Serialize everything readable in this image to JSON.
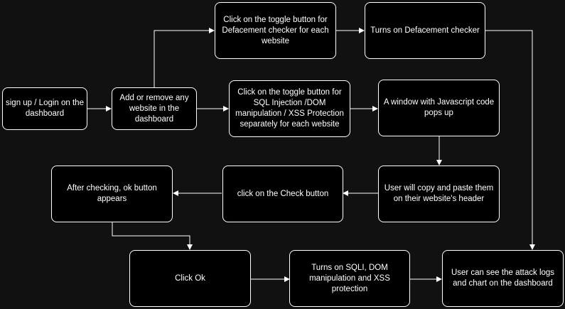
{
  "colors": {
    "background": "#111111",
    "node_fill": "#000000",
    "stroke": "#ffffff",
    "text": "#ffffff"
  },
  "nodes": {
    "signup": "sign up / Login on the dashboard",
    "add_remove": "Add or remove any website in the dashboard",
    "defacement_toggle": "Click on the toggle button for Defacement checker for each website",
    "defacement_on": "Turns on Defacement checker",
    "sqli_toggle": "Click on the toggle button for SQL Injection /DOM manipulation / XSS Protection separately for each website",
    "js_window": "A window with Javascript code pops up",
    "copy_paste": "User will copy and paste them on their website's header",
    "check_button": "click on the Check button",
    "ok_appears": "After checking, ok button appears",
    "click_ok": "Click Ok",
    "protection_on": "Turns on SQLI, DOM manipulation and XSS protection",
    "attack_logs": "User can see the attack logs and chart on the dashboard"
  }
}
